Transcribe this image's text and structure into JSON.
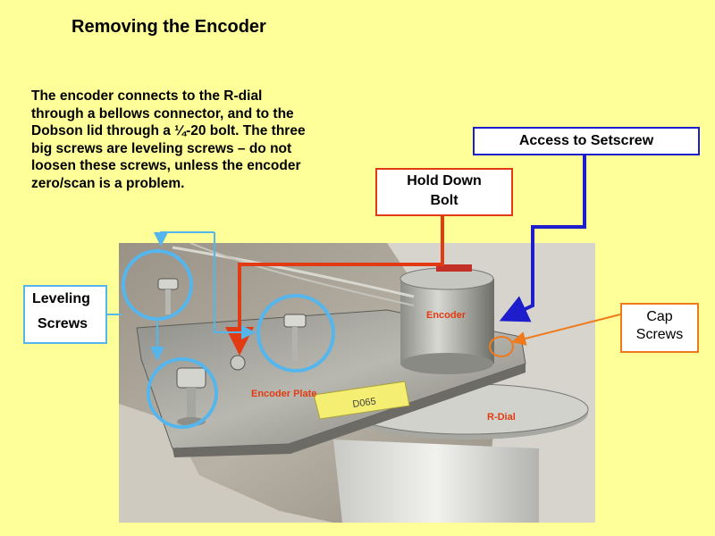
{
  "slide": {
    "title": "Removing the Encoder",
    "paragraph": [
      "The encoder connects to the R-dial",
      "through a bellows connector, and to the",
      "Dobson lid through a ¼-20 bolt.  The three",
      "big screws are leveling screws – do not",
      "loosen these screws, unless the encoder",
      "zero/scan is a problem."
    ]
  },
  "callouts": {
    "setscrew": "Access to Setscrew",
    "holddown": [
      "Hold Down",
      "Bolt"
    ],
    "leveling": [
      "Leveling",
      "Screws"
    ],
    "capscrews": [
      "Cap",
      "Screws"
    ]
  },
  "photo_labels": {
    "encoder": "Encoder",
    "encoder_plate": "Encoder Plate",
    "plate_tag": "D065",
    "rdial": "R-Dial"
  },
  "colors": {
    "background": "#ffff99",
    "blue_arrow": "#1d1dcc",
    "red_arrow": "#e23a12",
    "light_blue": "#55b6ee",
    "orange": "#ef7a1a"
  }
}
